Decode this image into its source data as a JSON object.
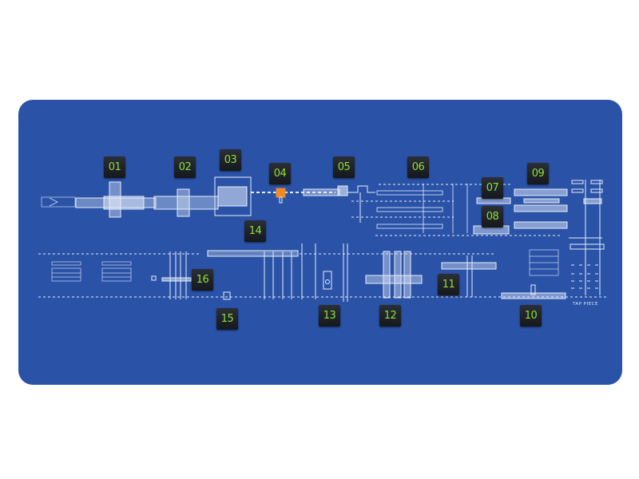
{
  "stations": [
    {
      "id": "01",
      "label": "01"
    },
    {
      "id": "02",
      "label": "02"
    },
    {
      "id": "03",
      "label": "03"
    },
    {
      "id": "04",
      "label": "04"
    },
    {
      "id": "05",
      "label": "05"
    },
    {
      "id": "06",
      "label": "06"
    },
    {
      "id": "07",
      "label": "07"
    },
    {
      "id": "08",
      "label": "08"
    },
    {
      "id": "09",
      "label": "09"
    },
    {
      "id": "10",
      "label": "10"
    },
    {
      "id": "11",
      "label": "11"
    },
    {
      "id": "12",
      "label": "12"
    },
    {
      "id": "13",
      "label": "13"
    },
    {
      "id": "14",
      "label": "14"
    },
    {
      "id": "15",
      "label": "15"
    },
    {
      "id": "16",
      "label": "16"
    }
  ],
  "annotation": "TAP PIECE",
  "colors": {
    "panel": "#2a53a8",
    "label_bg": "#1d2026",
    "label_text": "#8ee03a",
    "line": "#e6edfa",
    "highlight": "#f08a24"
  }
}
